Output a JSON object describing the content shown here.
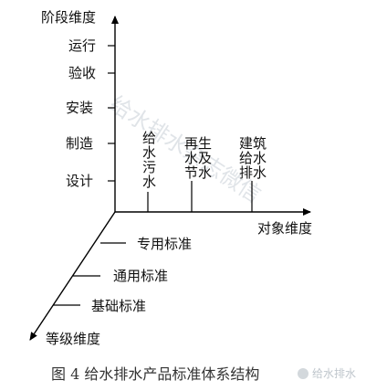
{
  "axes": {
    "vertical": "阶段维度",
    "horizontal": "对象维度",
    "depth": "等级维度"
  },
  "stages": [
    "运行",
    "验收",
    "安装",
    "制造",
    "设计"
  ],
  "objects": [
    [
      "给",
      "水",
      "污",
      "水"
    ],
    [
      "再生",
      "水及",
      "节水"
    ],
    [
      "建筑",
      "给水",
      "排水"
    ]
  ],
  "levels": [
    "专用标准",
    "通用标准",
    "基础标准"
  ],
  "caption": "图 4   给水排水产品标准体系结构",
  "watermark": "给水排水杂志微信",
  "brand": "给水排水"
}
